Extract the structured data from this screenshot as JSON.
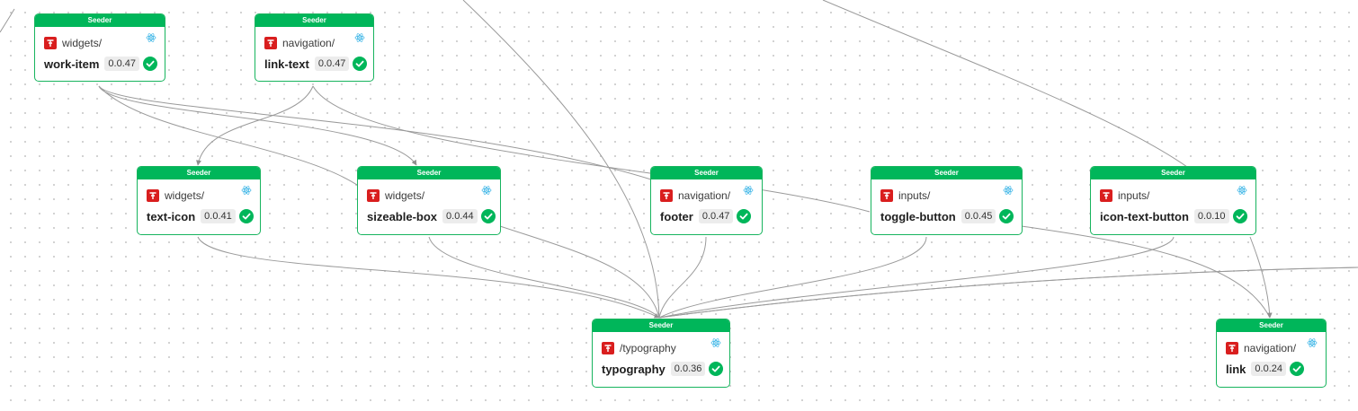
{
  "colors": {
    "accent": "#00b65a",
    "edge": "#9a9a9a",
    "scope_icon": "#d91e1e"
  },
  "nodes": [
    {
      "id": "work-item",
      "header": "Seeder",
      "scope_icon": "scope-logo-icon",
      "namespace": "widgets/",
      "name": "work-item",
      "version": "0.0.47",
      "status_icon": "check-circle-icon",
      "env_icon": "react-icon"
    },
    {
      "id": "link-text",
      "header": "Seeder",
      "scope_icon": "scope-logo-icon",
      "namespace": "navigation/",
      "name": "link-text",
      "version": "0.0.47",
      "status_icon": "check-circle-icon",
      "env_icon": "react-icon"
    },
    {
      "id": "text-icon",
      "header": "Seeder",
      "scope_icon": "scope-logo-icon",
      "namespace": "widgets/",
      "name": "text-icon",
      "version": "0.0.41",
      "status_icon": "check-circle-icon",
      "env_icon": "react-icon"
    },
    {
      "id": "sizeable-box",
      "header": "Seeder",
      "scope_icon": "scope-logo-icon",
      "namespace": "widgets/",
      "name": "sizeable-box",
      "version": "0.0.44",
      "status_icon": "check-circle-icon",
      "env_icon": "react-icon"
    },
    {
      "id": "footer",
      "header": "Seeder",
      "scope_icon": "scope-logo-icon",
      "namespace": "navigation/",
      "name": "footer",
      "version": "0.0.47",
      "status_icon": "check-circle-icon",
      "env_icon": "react-icon"
    },
    {
      "id": "toggle-button",
      "header": "Seeder",
      "scope_icon": "scope-logo-icon",
      "namespace": "inputs/",
      "name": "toggle-button",
      "version": "0.0.45",
      "status_icon": "check-circle-icon",
      "env_icon": "react-icon"
    },
    {
      "id": "icon-text-button",
      "header": "Seeder",
      "scope_icon": "scope-logo-icon",
      "namespace": "inputs/",
      "name": "icon-text-button",
      "version": "0.0.10",
      "status_icon": "check-circle-icon",
      "env_icon": "react-icon"
    },
    {
      "id": "typography",
      "header": "Seeder",
      "scope_icon": "scope-logo-icon",
      "namespace": "/typography",
      "name": "typography",
      "version": "0.0.36",
      "status_icon": "check-circle-icon",
      "env_icon": "react-icon"
    },
    {
      "id": "link",
      "header": "Seeder",
      "scope_icon": "scope-logo-icon",
      "namespace": "navigation/",
      "name": "link",
      "version": "0.0.24",
      "status_icon": "check-circle-icon",
      "env_icon": "react-icon"
    }
  ],
  "edges": [
    {
      "from": "link-text",
      "to": "text-icon"
    },
    {
      "from": "work-item",
      "to": "sizeable-box"
    },
    {
      "from": "work-item",
      "to": "footer"
    },
    {
      "from": "link-text",
      "to": "toggle-button"
    },
    {
      "from": "text-icon",
      "to": "typography"
    },
    {
      "from": "sizeable-box",
      "to": "typography"
    },
    {
      "from": "sizeable-box",
      "to": "typography"
    },
    {
      "from": "footer",
      "to": "typography"
    },
    {
      "from": "toggle-button",
      "to": "typography"
    },
    {
      "from": "icon-text-button",
      "to": "typography"
    },
    {
      "from": "toggle-button",
      "to": "link"
    },
    {
      "from": "icon-text-button",
      "to": "link"
    }
  ]
}
